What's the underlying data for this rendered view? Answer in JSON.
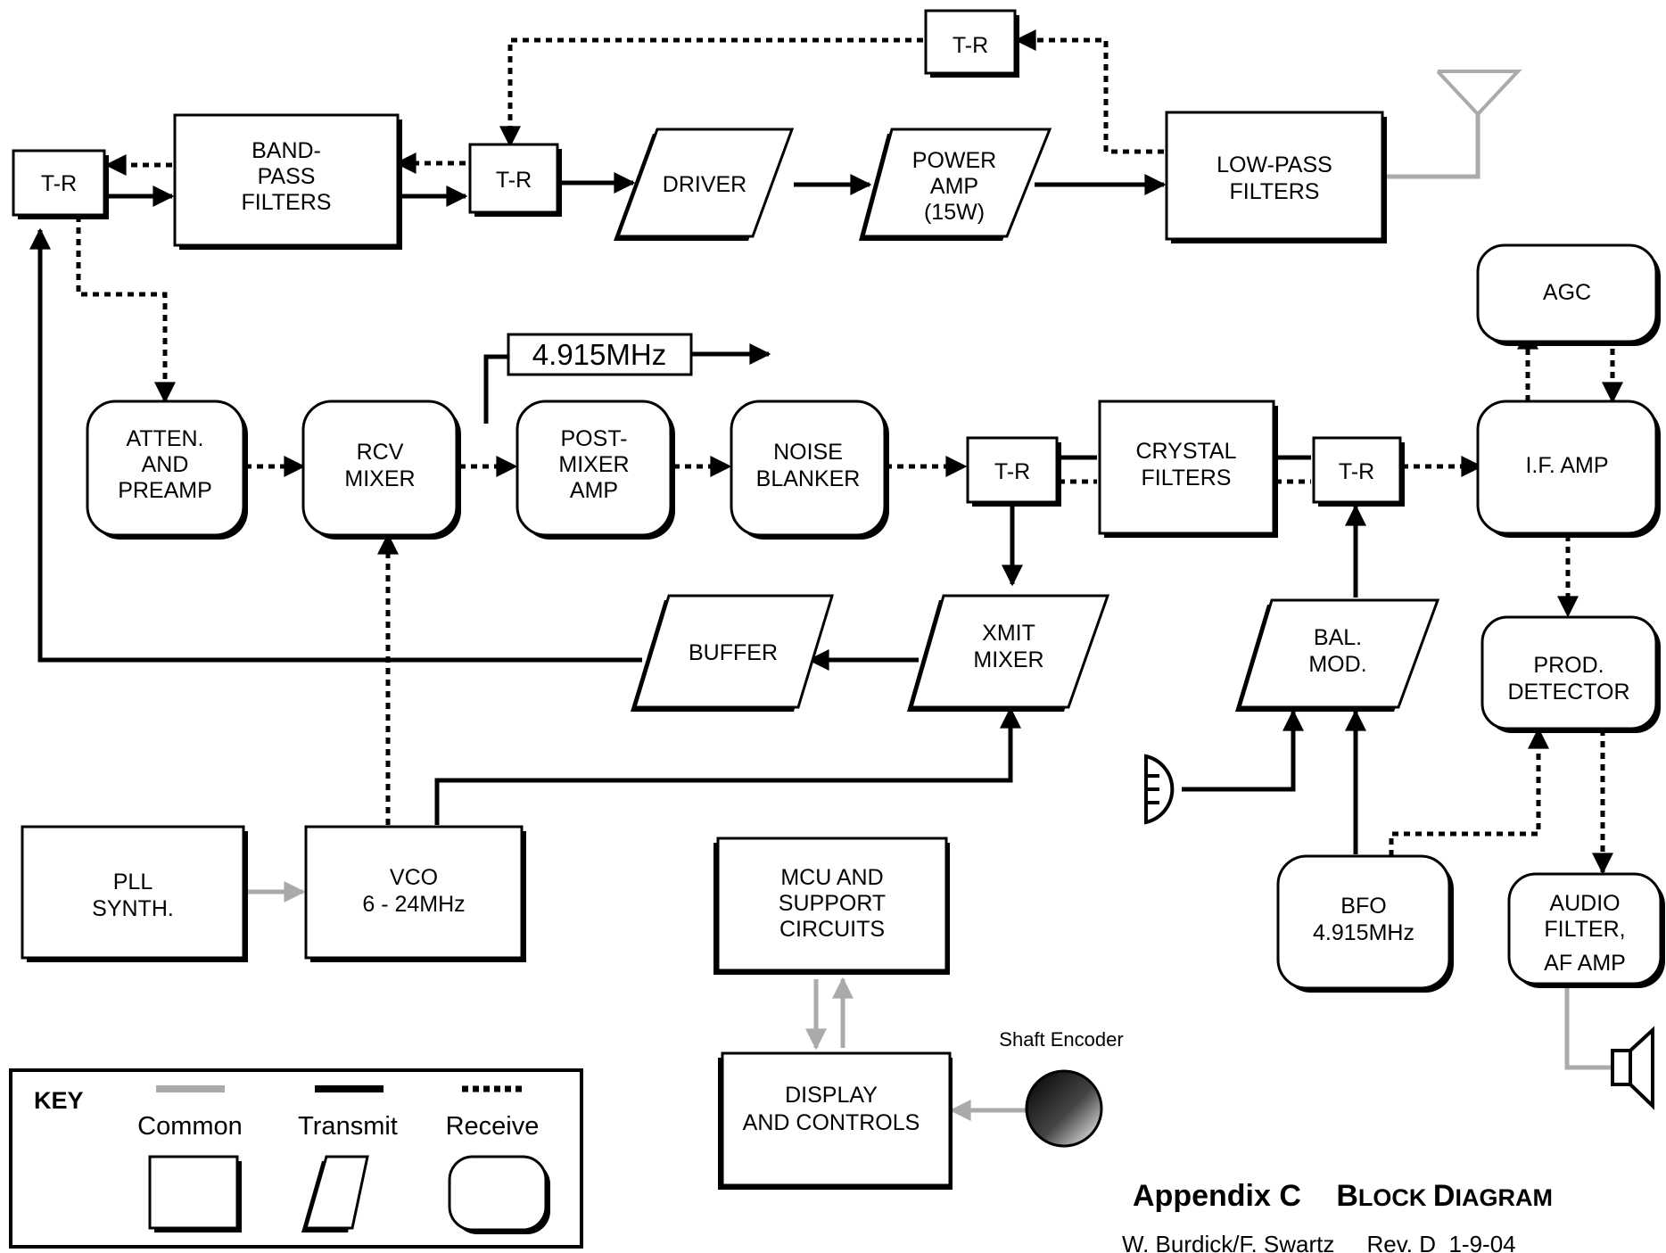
{
  "colors": {
    "transmit": "#000000",
    "receive": "#000000",
    "common": "#aaaaaa"
  },
  "blocks": {
    "tr_left": "T-R",
    "tr_mid": "T-R",
    "tr_top": "T-R",
    "tr_crystal_in": "T-R",
    "tr_crystal_out": "T-R",
    "bpf": [
      "BAND-",
      "PASS",
      "FILTERS"
    ],
    "driver": "DRIVER",
    "power_amp": [
      "POWER",
      "AMP",
      "(15W)"
    ],
    "lpf": [
      "LOW-PASS",
      "FILTERS"
    ],
    "agc": "AGC",
    "if_amp": "I.F. AMP",
    "atten": [
      "ATTEN.",
      "AND",
      "PREAMP"
    ],
    "rcv_mixer": [
      "RCV",
      "MIXER"
    ],
    "post_mixer": [
      "POST-",
      "MIXER",
      "AMP"
    ],
    "noise_blanker": [
      "NOISE",
      "BLANKER"
    ],
    "crystal_filters": [
      "CRYSTAL",
      "FILTERS"
    ],
    "buffer": "BUFFER",
    "xmit_mixer": [
      "XMIT",
      "MIXER"
    ],
    "bal_mod": [
      "BAL.",
      "MOD."
    ],
    "prod_detector": [
      "PROD.",
      "DETECTOR"
    ],
    "pll": [
      "PLL",
      "SYNTH."
    ],
    "vco": [
      "VCO",
      "6 - 24MHz"
    ],
    "mcu": [
      "MCU AND",
      "SUPPORT",
      "CIRCUITS"
    ],
    "display": [
      "DISPLAY",
      "AND CONTROLS"
    ],
    "bfo": [
      "BFO",
      "4.915MHz"
    ],
    "audio": [
      "AUDIO",
      "FILTER,",
      "AF AMP"
    ],
    "if_output": "4.915MHz",
    "shaft_encoder": "Shaft Encoder"
  },
  "key": {
    "title": "KEY",
    "common": "Common",
    "transmit": "Transmit",
    "receive": "Receive"
  },
  "footer": {
    "title_prefix": "Appendix C",
    "title_b1": "B",
    "title_r1": "LOCK ",
    "title_b2": "D",
    "title_r2": "IAGRAM",
    "credit": "W. Burdick/F. Swartz     Rev. D  1-9-04"
  }
}
